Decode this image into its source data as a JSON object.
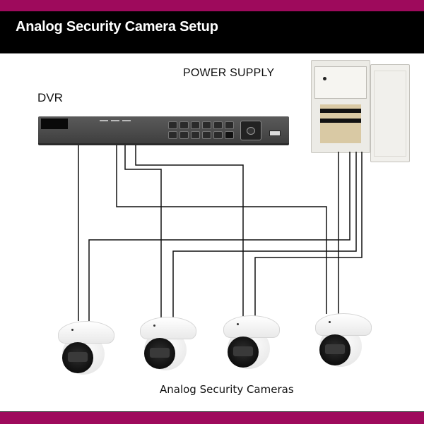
{
  "header": {
    "title": "Analog Security Camera Setup",
    "accent_color": "#9e0a5c",
    "background_color": "#000000"
  },
  "labels": {
    "power_supply": "POWER SUPPLY",
    "dvr": "DVR",
    "cameras": "Analog Security Cameras"
  },
  "components": {
    "dvr": {
      "name": "DVR",
      "video_inputs": 4
    },
    "power_supply": {
      "name": "POWER SUPPLY",
      "outputs": 4
    },
    "cameras": [
      {
        "id": "camera-1",
        "type": "dome"
      },
      {
        "id": "camera-2",
        "type": "dome"
      },
      {
        "id": "camera-3",
        "type": "dome"
      },
      {
        "id": "camera-4",
        "type": "dome"
      }
    ]
  },
  "connections": [
    {
      "from": "dvr",
      "to": "camera-1",
      "kind": "video"
    },
    {
      "from": "dvr",
      "to": "camera-2",
      "kind": "video"
    },
    {
      "from": "dvr",
      "to": "camera-3",
      "kind": "video"
    },
    {
      "from": "dvr",
      "to": "camera-4",
      "kind": "video"
    },
    {
      "from": "power_supply",
      "to": "camera-1",
      "kind": "power"
    },
    {
      "from": "power_supply",
      "to": "camera-2",
      "kind": "power"
    },
    {
      "from": "power_supply",
      "to": "camera-3",
      "kind": "power"
    },
    {
      "from": "power_supply",
      "to": "camera-4",
      "kind": "power"
    }
  ]
}
